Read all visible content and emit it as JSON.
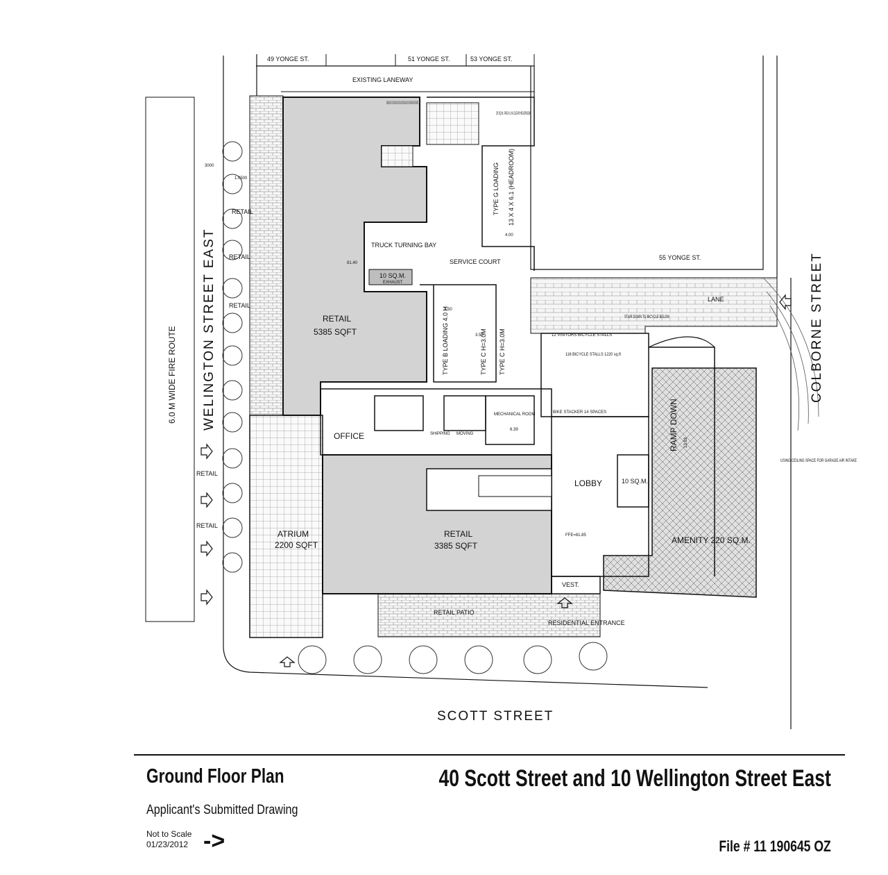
{
  "streets": {
    "wellington": "WELINGTON  STREET EAST",
    "scott": "SCOTT  STREET",
    "colborne": "COLBORNE  STREET",
    "fire_route": "6.0 M WIDE FIRE ROUTE"
  },
  "neighbours": {
    "yonge49": "49 YONGE ST.",
    "yonge51": "51 YONGE ST.",
    "yonge53": "53 YONGE ST.",
    "yonge55": "55 YONGE ST.",
    "laneway": "EXISTING LANEWAY",
    "lane": "LANE"
  },
  "rooms": {
    "retail_north_name": "RETAIL",
    "retail_north_area": "5385 SQFT",
    "retail_south_name": "RETAIL",
    "retail_south_area": "3385 SQFT",
    "atrium_name": "ATRIUM",
    "atrium_area": "2200 SQFT",
    "office": "OFFICE",
    "lobby": "LOBBY",
    "amenity": "AMENITY 220 SQ.M.",
    "ramp_down": "RAMP DOWN",
    "truck_bay": "TRUCK TURNING BAY",
    "service_court": "SERVICE COURT",
    "exhaust_area": "10 SQ.M.",
    "exhaust": "EXHAUST",
    "mechanical": "MECHANICAL ROOM",
    "shipping": "SHIPPING",
    "moving": "MOVING",
    "vest": "VEST.",
    "retail_patio": "RETAIL PATIO",
    "residential_entrance": "RESIDENTIAL ENTRANCE",
    "ten_sqm": "10 SQ.M.",
    "type_g": "TYPE G LOADING",
    "type_g_dims": "13 X 4 X 6.1 (HEADROOM)",
    "type_b": "TYPE B LOADING 4.0 H",
    "type_c1": "TYPE C H=3.0M",
    "type_c2": "TYPE C H=3.0M",
    "retail_edge_1": "RETAIL",
    "retail_edge_2": "RETAIL",
    "retail_edge_3": "RETAIL",
    "retail_edge_4": "RETAIL",
    "retail_edge_5": "RETAIL"
  },
  "notes": {
    "garbage": "GARBAGE BINS SET OUT ON SCHEDULED PICK-UP DATE ONLY. BINS TO BE MOVED BACK TO U/G STORAGE ROOM AFTER BEEN EMPTIED",
    "pad": "25 SQ.M. PAD 6.1 M CLEAR HEADROOM",
    "ceiling": "USING CEILING SPACE FOR GARAGE AIR INTAKE",
    "bike_visitors": "12 VISITORS BICYCLE STALLS",
    "bike_stalls": "116 BICYCLE STALLS 1220 sq.ft",
    "stair_down": "STAIR DOWN TO BICYCLE BELOW",
    "bike_stacker": "BIKE STACKER 14 SPACES",
    "ffe": "FFE=81.85",
    "elev": "81.40",
    "dim_350a": "3.50",
    "dim_350b": "3.50",
    "dim_400": "4.00",
    "dim_639": "6.39",
    "dim_3000": "3000",
    "dim_1500": "1.0500",
    "dim_1393": "13.93"
  },
  "title_block": {
    "title": "Ground Floor Plan",
    "address": "40 Scott Street and 10 Wellington Street East",
    "subtitle": "Applicant's Submitted Drawing",
    "scale": "Not to Scale",
    "date": "01/23/2012",
    "north_arrow": "->",
    "file": "File # 11 190645 OZ"
  }
}
